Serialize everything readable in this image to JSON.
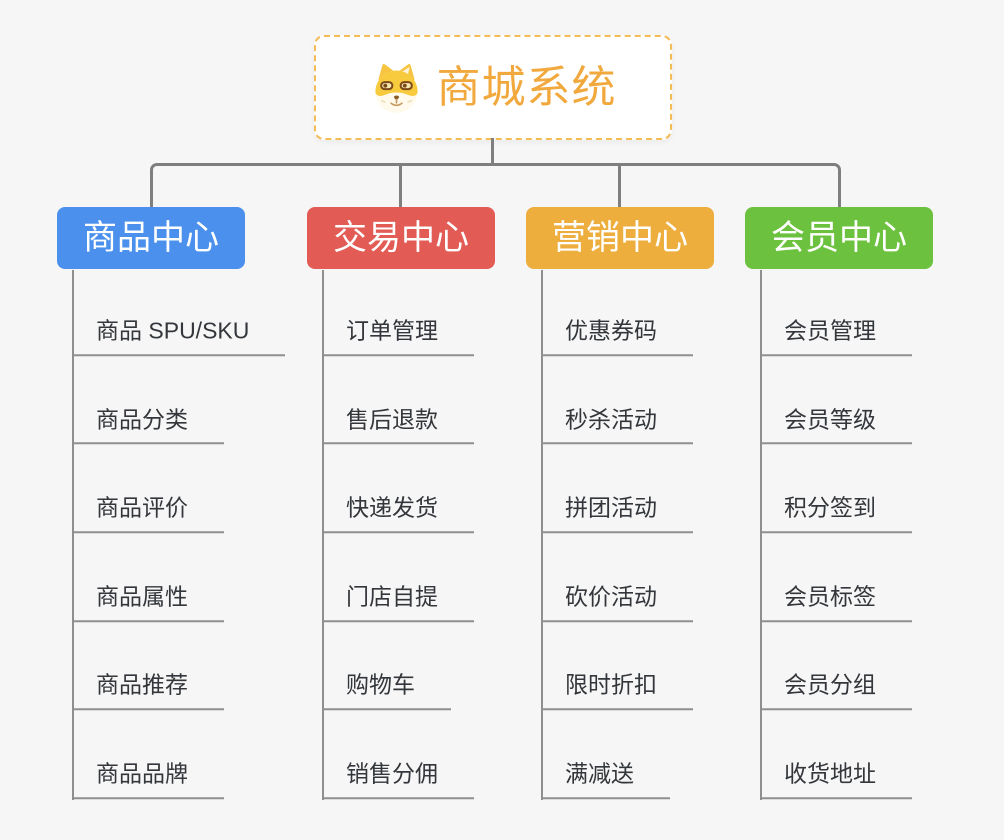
{
  "root": {
    "title": "商城系统",
    "icon": "dog-face-icon"
  },
  "branches": [
    {
      "slug": "product-center",
      "label": "商品中心",
      "color": "#4a90ec",
      "children": [
        "商品 SPU/SKU",
        "商品分类",
        "商品评价",
        "商品属性",
        "商品推荐",
        "商品品牌"
      ]
    },
    {
      "slug": "trade-center",
      "label": "交易中心",
      "color": "#e25b55",
      "children": [
        "订单管理",
        "售后退款",
        "快递发货",
        "门店自提",
        "购物车",
        "销售分佣"
      ]
    },
    {
      "slug": "marketing-center",
      "label": "营销中心",
      "color": "#edae3d",
      "children": [
        "优惠券码",
        "秒杀活动",
        "拼团活动",
        "砍价活动",
        "限时折扣",
        "满减送"
      ]
    },
    {
      "slug": "member-center",
      "label": "会员中心",
      "color": "#6cc13f",
      "children": [
        "会员管理",
        "会员等级",
        "积分签到",
        "会员标签",
        "会员分组",
        "收货地址"
      ]
    }
  ],
  "colors": {
    "background": "#f6f6f6",
    "root_border": "#f3bc56",
    "root_text": "#f1a83c",
    "main_connector": "#7f7f7f",
    "sub_connector": "#8f8f8f",
    "child_text": "#33363a"
  }
}
